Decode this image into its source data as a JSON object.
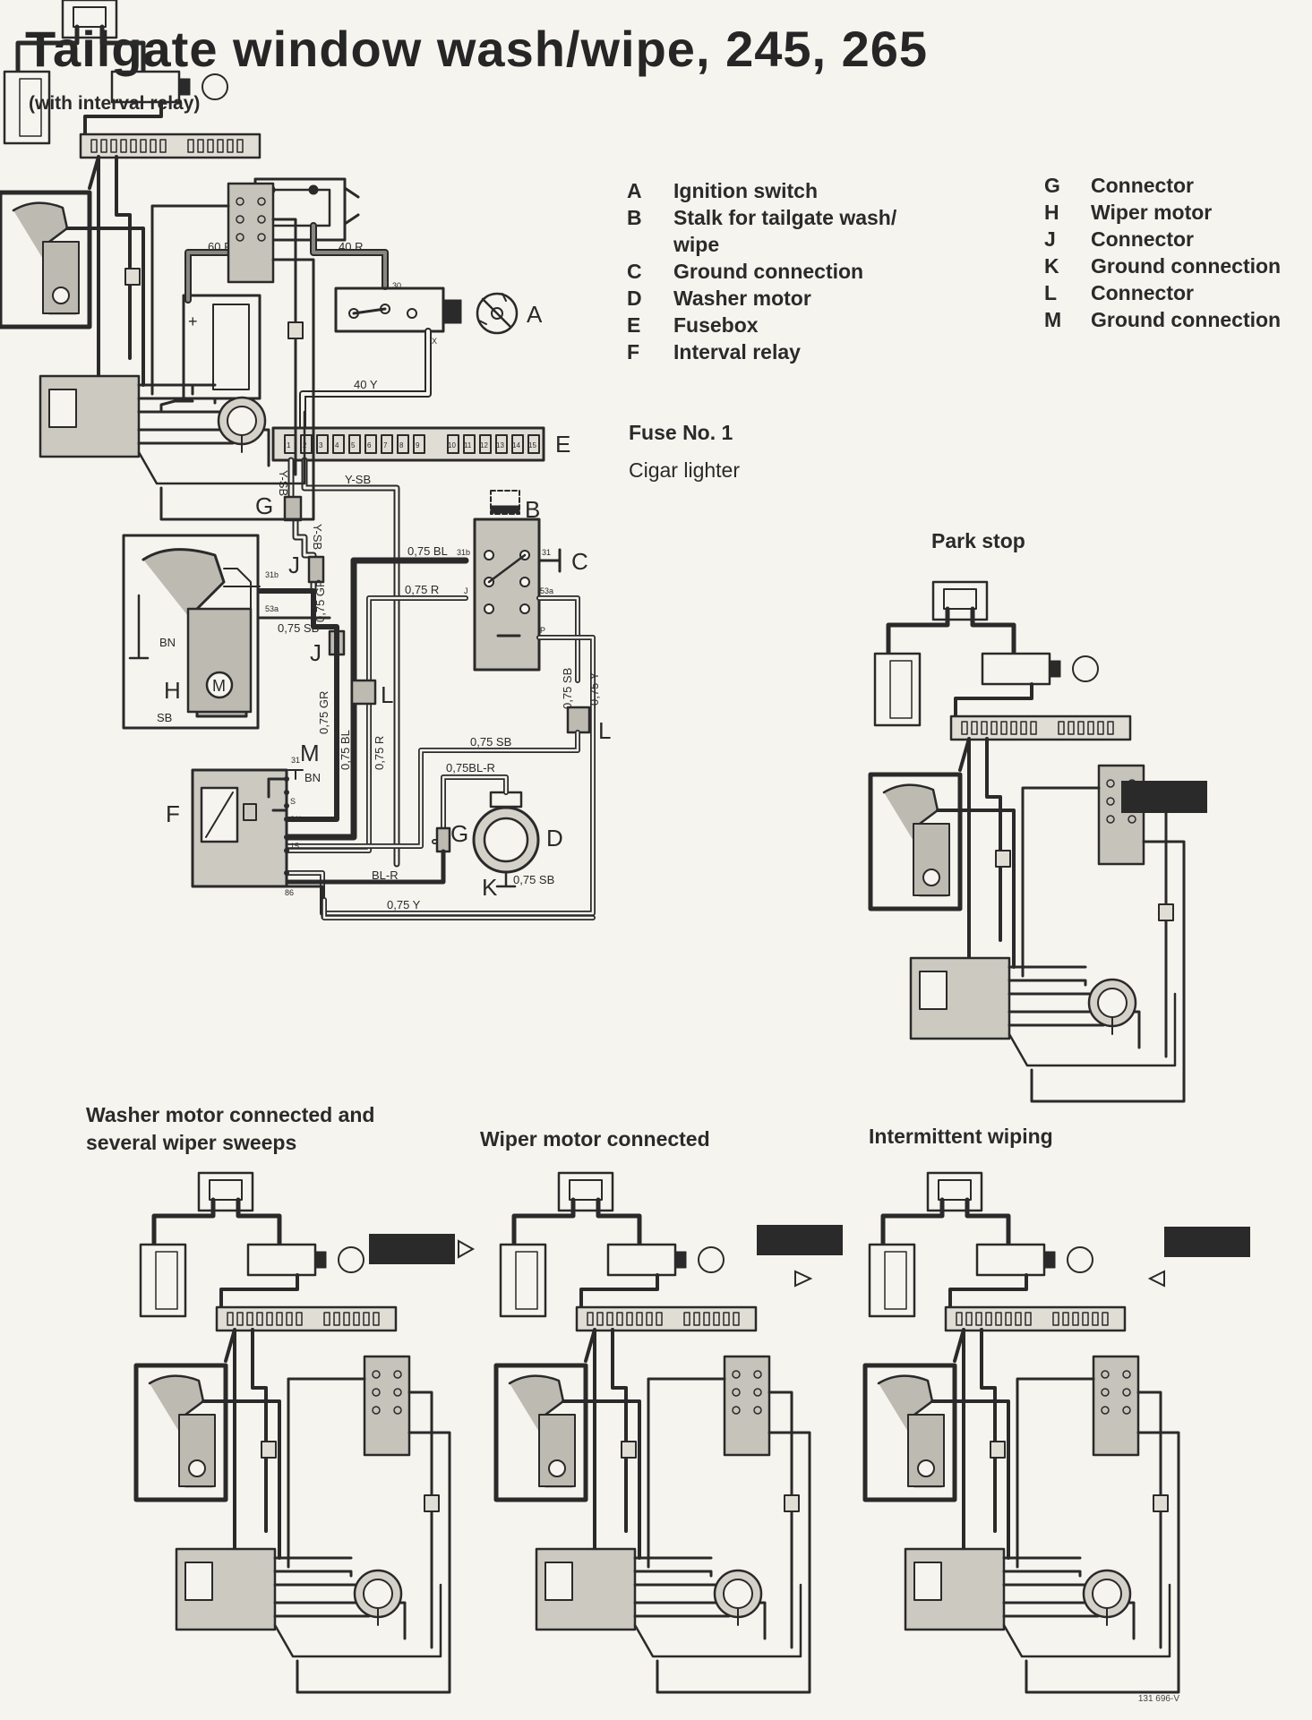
{
  "title": "Tailgate window wash/wipe, 245, 265",
  "subtitle": "(with interval relay)",
  "legend_left": [
    {
      "key": "A",
      "label": "Ignition switch"
    },
    {
      "key": "B",
      "label": "Stalk for tailgate wash/"
    },
    {
      "key": "",
      "label": "wipe"
    },
    {
      "key": "C",
      "label": "Ground connection"
    },
    {
      "key": "D",
      "label": "Washer motor"
    },
    {
      "key": "E",
      "label": "Fusebox"
    },
    {
      "key": "F",
      "label": "Interval relay"
    }
  ],
  "legend_right": [
    {
      "key": "G",
      "label": "Connector"
    },
    {
      "key": "H",
      "label": "Wiper motor"
    },
    {
      "key": "J",
      "label": "Connector"
    },
    {
      "key": "K",
      "label": "Ground connection"
    },
    {
      "key": "L",
      "label": "Connector"
    },
    {
      "key": "M",
      "label": "Ground connection"
    }
  ],
  "fuse": {
    "number": "Fuse No. 1",
    "circuit": "Cigar lighter"
  },
  "captions": {
    "park_stop": "Park stop",
    "washer": [
      "Washer motor connected and",
      "several wiper sweeps"
    ],
    "wiper": "Wiper motor connected",
    "intermittent": "Intermittent wiping"
  },
  "component_labels": [
    "A",
    "B",
    "C",
    "D",
    "E",
    "F",
    "G",
    "G",
    "H",
    "J",
    "J",
    "K",
    "L",
    "L",
    "M"
  ],
  "wire_labels": [
    "60 R",
    "40 R",
    "40 Y",
    "Y-SB",
    "Y-SB",
    "Y-SB",
    "0,75 BL",
    "0,75 R",
    "0,75 SB",
    "0,75 GR",
    "0,75 GR",
    "0,75 BL",
    "0,75 R",
    "0,75 SB",
    "0,75 Y",
    "0,75 SB",
    "0,75BL-R",
    "BL-R",
    "0,75 Y",
    "0,75 SB",
    "BN",
    "SB",
    "BN"
  ],
  "terminal_labels": [
    "30",
    "X",
    "31b",
    "53a",
    "31",
    "31b",
    "J",
    "53a",
    "P",
    "31",
    "S",
    "31b",
    "15",
    "86"
  ],
  "fuse_numbers": [
    "1",
    "2",
    "3",
    "4",
    "5",
    "6",
    "7",
    "8",
    "9",
    "10",
    "11",
    "12",
    "13",
    "14",
    "15"
  ],
  "ref_number": "131 696-V",
  "colors": {
    "ink": "#2a2a2a",
    "paper": "#f6f4ee",
    "shade": "#bdbab2"
  }
}
